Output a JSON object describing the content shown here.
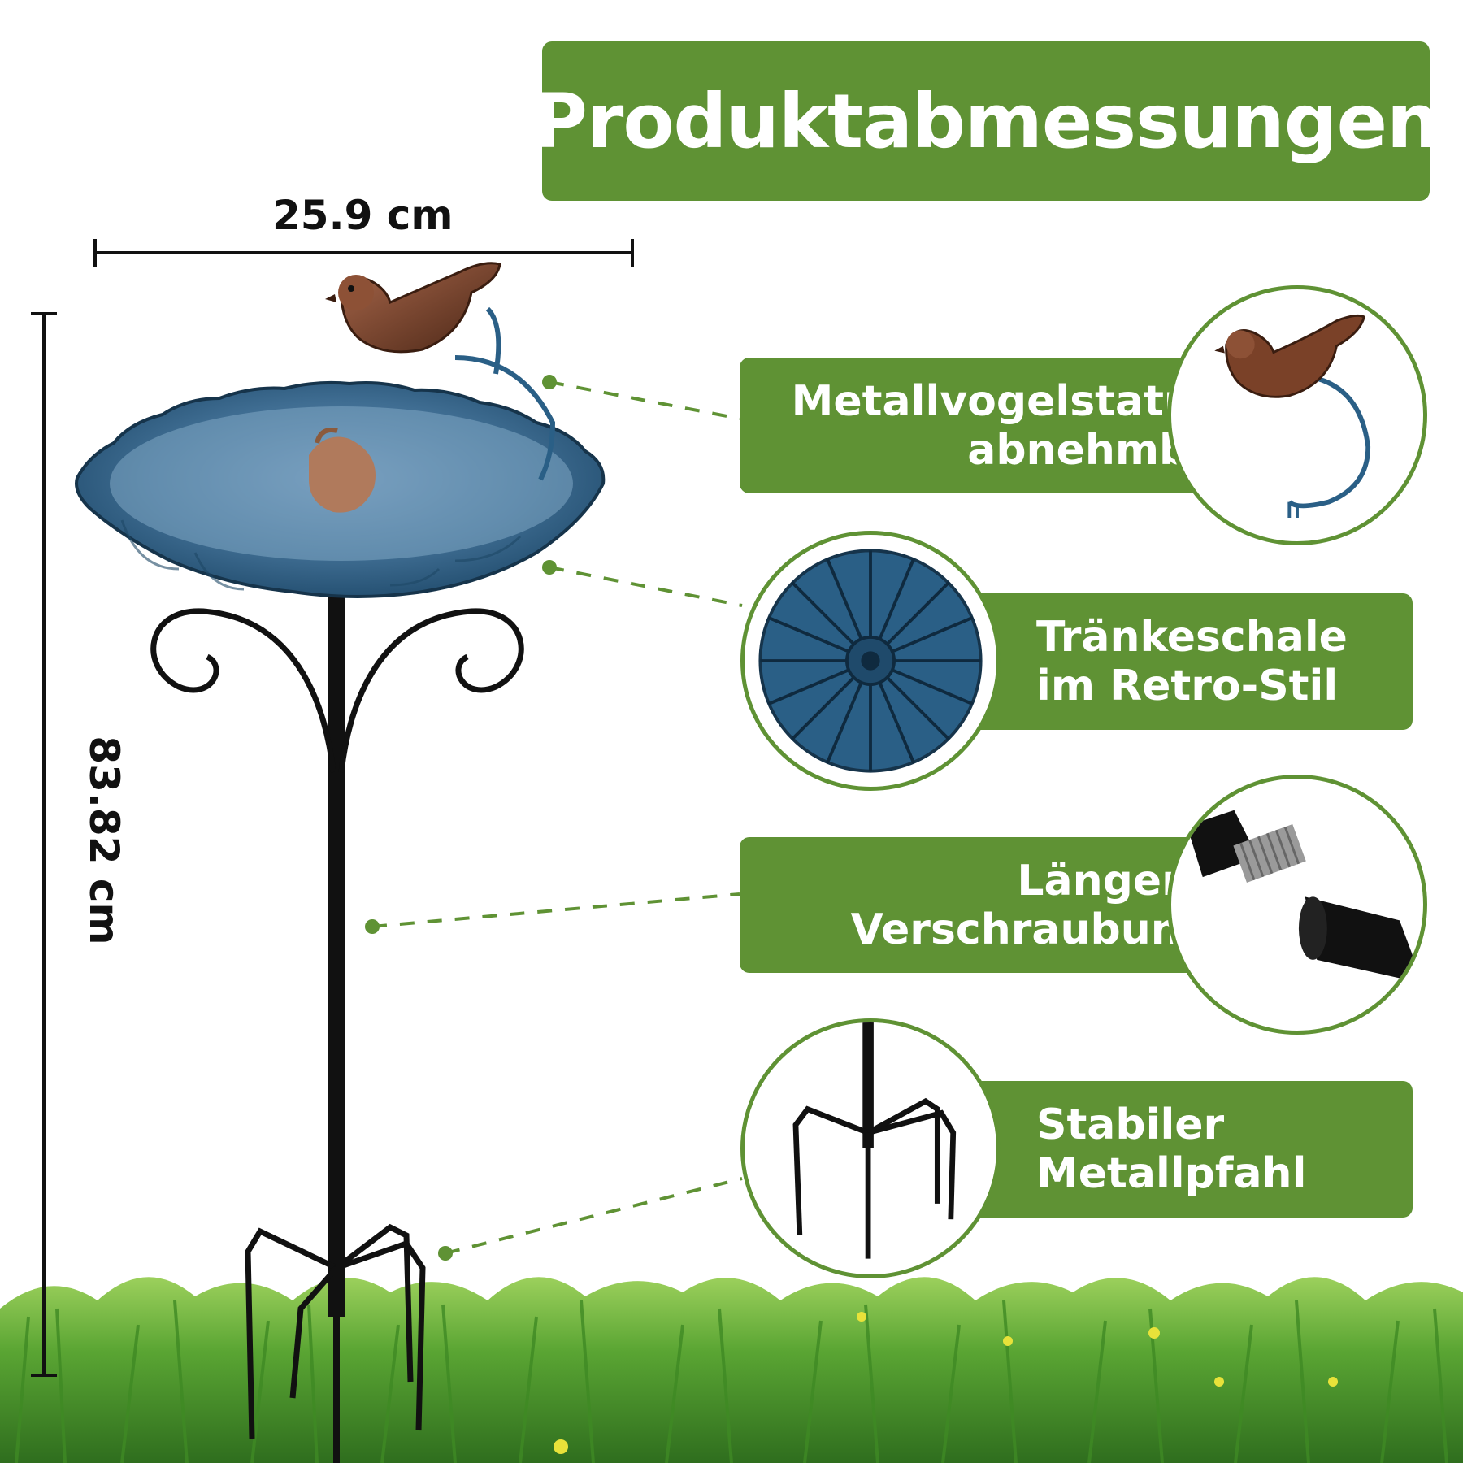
{
  "title": "Produktabmessungen",
  "dimensions": {
    "width": "25.9 cm",
    "height": "83.82 cm"
  },
  "features": [
    {
      "line1": "Metallvogelstatue,",
      "line2": "abnehmbar",
      "icon": "bird-statue-icon"
    },
    {
      "line1": "Tränkeschale",
      "line2": "im Retro-Stil",
      "icon": "bowl-underside-icon"
    },
    {
      "line1": "Längere",
      "line2": "Verschraubung",
      "icon": "screw-joint-icon"
    },
    {
      "line1": "Stabiler",
      "line2": "Metallpfahl",
      "icon": "stake-icon"
    }
  ],
  "colors": {
    "accent_green": "#5f9234",
    "bowl_blue": "#2a5f86",
    "bird_bronze": "#6b3a24",
    "pole_black": "#111111",
    "grass_green": "#4f9a2f"
  }
}
